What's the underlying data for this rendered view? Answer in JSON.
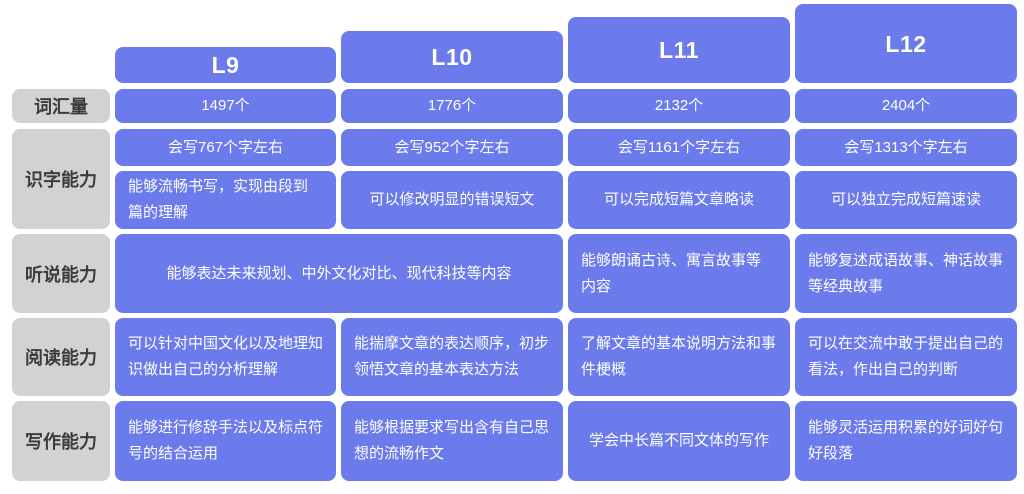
{
  "table": {
    "columns": [
      "L9",
      "L10",
      "L11",
      "L12"
    ],
    "row_labels": {
      "vocab": "词汇量",
      "literacy": "识字能力",
      "listening": "听说能力",
      "reading": "阅读能力",
      "writing": "写作能力"
    },
    "vocab": {
      "l9": "1497个",
      "l10": "1776个",
      "l11": "2132个",
      "l12": "2404个"
    },
    "literacy_chars": {
      "l9": "会写767个字左右",
      "l10": "会写952个字左右",
      "l11": "会写1161个字左右",
      "l12": "会写1313个字左右"
    },
    "literacy_skill": {
      "l9": "能够流畅书写，实现由段到\n篇的理解",
      "l10": "可以修改明显的错误短文",
      "l11": "可以完成短篇文章略读",
      "l12": "可以独立完成短篇速读"
    },
    "listening": {
      "l9_l10": "能够表达未来规划、中外文化对比、现代科技等内容",
      "l11": "能够朗诵古诗、寓言故事等\n内容",
      "l12": "能够复述成语故事、神话故事\n等经典故事"
    },
    "reading": {
      "l9": "可以针对中国文化以及地理知\n识做出自己的分析理解",
      "l10": "能揣摩文章的表达顺序，初步\n领悟文章的基本表达方法",
      "l11": "了解文章的基本说明方法和事\n件梗概",
      "l12": "可以在交流中敢于提出自己的\n看法，作出自己的判断"
    },
    "writing": {
      "l9": "能够进行修辞手法以及标点符\n号的结合运用",
      "l10": "能够根据要求写出含有自己思\n想的流畅作文",
      "l11": "学会中长篇不同文体的写作",
      "l12": "能够灵活运用积累的好词好句\n好段落"
    }
  },
  "colors": {
    "cell_bg": "#6b7beb",
    "cell_text": "#ffffff",
    "label_bg": "#d2d2d2",
    "label_text": "#3c3c3c",
    "page_bg": "#ffffff"
  }
}
